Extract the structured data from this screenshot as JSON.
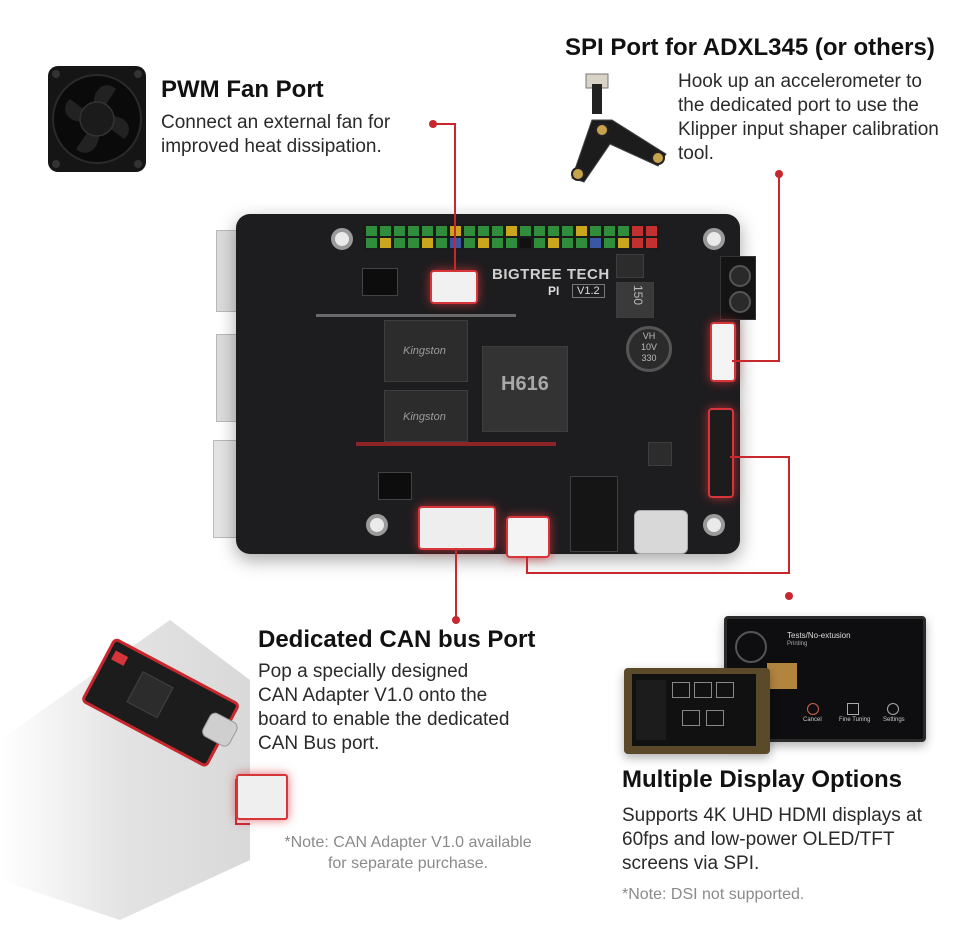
{
  "fan": {
    "title": "PWM Fan Port",
    "desc_line1": "Connect an external fan for",
    "desc_line2": "improved heat dissipation."
  },
  "spi": {
    "title": "SPI Port for ADXL345 (or others)",
    "desc_line1": "Hook up an accelerometer to",
    "desc_line2": "the dedicated port to use the",
    "desc_line3": "Klipper input shaper calibration",
    "desc_line4": "tool."
  },
  "board": {
    "brand": "BIGTREE TECH",
    "model": "PI",
    "version": "V1.2",
    "soc": "H616",
    "inductor": "150",
    "cap_line1": "VH",
    "cap_line2": "10V",
    "cap_line3": "330",
    "ram_brand": "Kingston"
  },
  "can": {
    "title": "Dedicated CAN bus Port",
    "desc_line1": "Pop a specially designed",
    "desc_line2": "CAN Adapter V1.0 onto the",
    "desc_line3": "board to enable the dedicated",
    "desc_line4": "CAN Bus port.",
    "note_line1": "*Note: CAN Adapter V1.0 available",
    "note_line2": "for separate purchase."
  },
  "display": {
    "title": "Multiple Display Options",
    "desc_line1": "Supports 4K UHD HDMI displays at",
    "desc_line2": "60fps and low-power OLED/TFT",
    "desc_line3": "screens via SPI.",
    "note": "*Note: DSI not supported.",
    "screen_title": "Tests/No-extusion",
    "screen_status": "Printing",
    "screen_btn1": "Cancel",
    "screen_btn2": "Fine Tuning",
    "screen_btn3": "Settings"
  },
  "colors": {
    "accent": "#c8282d",
    "board": "#1d1d1f"
  }
}
